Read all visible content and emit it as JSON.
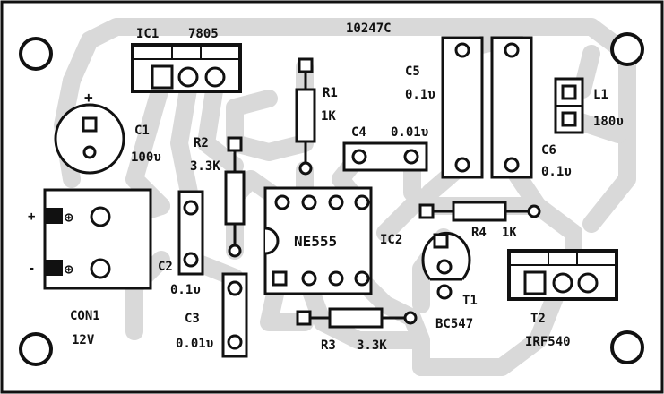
{
  "board_code": "10247C",
  "colors": {
    "background": "#ffffff",
    "board_edge": "#111111",
    "track": "#d9d9d9",
    "silkscreen": "#111111",
    "pad_copper": "#d9d9d9"
  },
  "components": {
    "ic1": {
      "ref": "IC1",
      "value": "7805"
    },
    "c1": {
      "ref": "C1",
      "value": "100υ",
      "polarity": "+"
    },
    "con1": {
      "ref": "CON1",
      "value": "12V",
      "pos": "+",
      "neg": "-",
      "pin_symbol": "⊕"
    },
    "r1": {
      "ref": "R1",
      "value": "1K"
    },
    "r2": {
      "ref": "R2",
      "value": "3.3K"
    },
    "c2": {
      "ref": "C2",
      "value": "0.1υ"
    },
    "c3": {
      "ref": "C3",
      "value": "0.01υ"
    },
    "c4": {
      "ref": "C4",
      "value": "0.01υ"
    },
    "ic2": {
      "ref": "IC2",
      "value": "NE555"
    },
    "c5": {
      "ref": "C5",
      "value": "0.1υ"
    },
    "c6": {
      "ref": "C6",
      "value": "0.1υ"
    },
    "l1": {
      "ref": "L1",
      "value": "180υ"
    },
    "r4": {
      "ref": "R4",
      "value": "1K"
    },
    "t1": {
      "ref": "T1",
      "value": "BC547"
    },
    "r3": {
      "ref": "R3",
      "value": "3.3K"
    },
    "t2": {
      "ref": "T2",
      "value": "IRF540"
    }
  },
  "mounting_holes": 4
}
